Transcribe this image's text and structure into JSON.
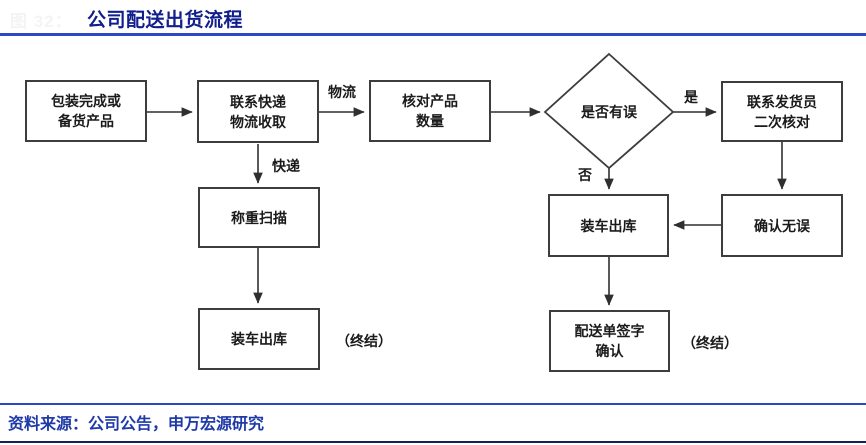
{
  "header": {
    "figure_label": "图 32：",
    "title": "公司配送出货流程"
  },
  "footer": {
    "source": "资料来源：公司公告，申万宏源研究"
  },
  "colors": {
    "title_blue": "#101f8c",
    "rule_blue": "#2a49c2",
    "source_blue": "#1e3aa8",
    "box_border": "#3d3d3d",
    "arrow": "#2f2f2f"
  },
  "flowchart": {
    "nodes": {
      "packaging": {
        "line1": "包装完成或",
        "line2": "备货产品"
      },
      "contact_courier": {
        "line1": "联系快递",
        "line2": "物流收取"
      },
      "verify_quantity": {
        "line1": "核对产品",
        "line2": "数量"
      },
      "decision_error": {
        "label": "是否有误"
      },
      "contact_shipper": {
        "line1": "联系发货员",
        "line2": "二次核对"
      },
      "weigh_scan": {
        "label": "称重扫描"
      },
      "load_dispatch_left": {
        "label": "装车出库"
      },
      "load_dispatch_mid": {
        "label": "装车出库"
      },
      "confirm_correct": {
        "label": "确认无误"
      },
      "delivery_note_sign": {
        "line1": "配送单签字",
        "line2": "确认"
      }
    },
    "edge_labels": {
      "logistics": "物流",
      "express": "快递",
      "yes": "是",
      "no": "否"
    },
    "terminal_left": "（终结）",
    "terminal_mid": "（终结）"
  }
}
